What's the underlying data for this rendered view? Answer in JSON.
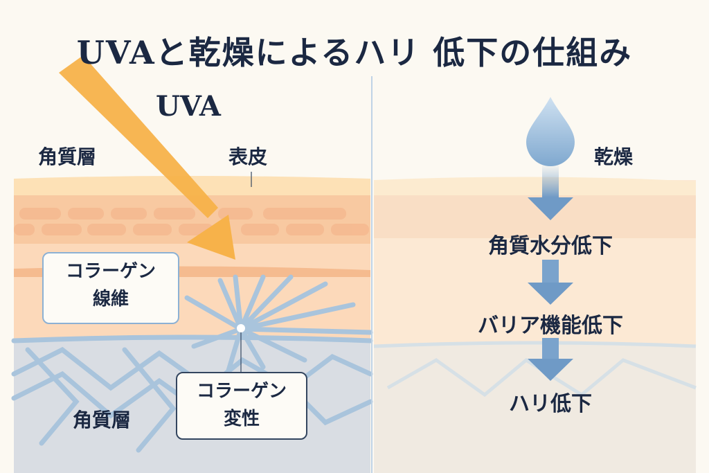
{
  "title": "UVAと乾燥によるハリ 低下の仕組み",
  "left": {
    "uva_label": "UVA",
    "stratum_corneum_label": "角質層",
    "epidermis_label": "表皮",
    "collagen_fiber_box": {
      "line1": "コラーゲン",
      "line2": "線維"
    },
    "collagen_denature_box": {
      "line1": "コラーゲン",
      "line2": "変性"
    },
    "lower_layer_label": "角質層"
  },
  "right": {
    "dryness_label": "乾燥",
    "steps": [
      "角質水分低下",
      "バリア機能低下",
      "ハリ低下"
    ]
  },
  "colors": {
    "text": "#1b2842",
    "uva_arrow": "#f7b24a",
    "flow_arrow": "#6f9ac6",
    "collagen": "#a9c4dc"
  }
}
